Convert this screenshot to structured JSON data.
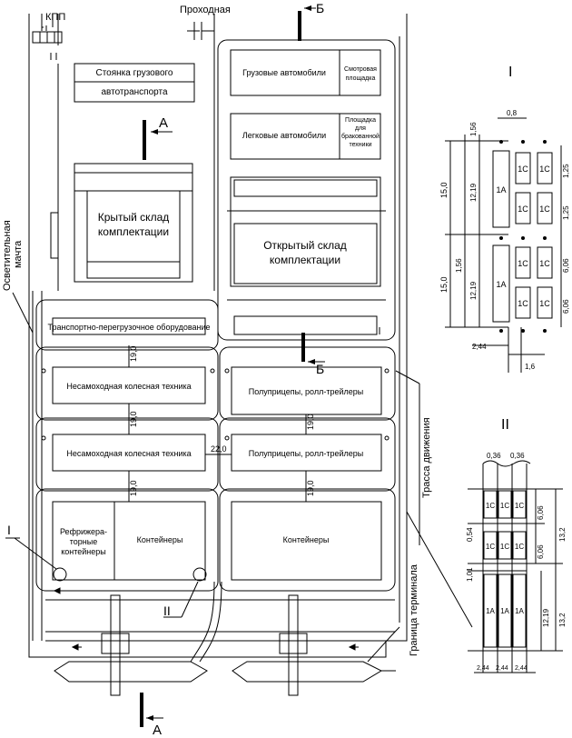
{
  "labels": {
    "kpp": "КПП",
    "passage": "Проходная",
    "lighting_mast_1": "Осветительная",
    "lighting_mast_2": "мачта",
    "truck_parking_1": "Стоянка грузового",
    "truck_parking_2": "автотранспорта",
    "covered_warehouse_1": "Крытый склад",
    "covered_warehouse_2": "комплектации",
    "trucks": "Грузовые автомобили",
    "inspection_1": "Смотровая",
    "inspection_2": "площадка",
    "cars": "Легковые автомобили",
    "rejected_1": "Площадка",
    "rejected_2": "для",
    "rejected_3": "бракованной",
    "rejected_4": "техники",
    "open_warehouse_1": "Открытый склад",
    "open_warehouse_2": "комплектации",
    "handling_equipment": "Транспортно-перегрузочное оборудование",
    "non_self_propelled_1": "Несамоходная колесная техника",
    "non_self_propelled_2": "Несамоходная колесная техника",
    "semitrailers_1": "Полуприцепы, ролл-трейлеры",
    "semitrailers_2": "Полуприцепы, ролл-трейлеры",
    "reefer_1": "Рефрижера-",
    "reefer_2": "торные",
    "reefer_3": "контейнеры",
    "containers_left": "Контейнеры",
    "containers_right": "Контейнеры",
    "traffic_route": "Трасса движения",
    "terminal_border": "Граница терминала",
    "section_a_top": "А",
    "section_a_bottom": "А",
    "section_b_top": "Б",
    "section_b_mid": "Б",
    "callout_i": "I",
    "callout_ii": "II"
  },
  "dims": {
    "d19_1": "19,0",
    "d19_2": "19,0",
    "d19_3": "19,0",
    "d19_4": "19,0",
    "d19_5": "19,0",
    "d22": "22,0"
  },
  "detail_i": {
    "title": "I",
    "d_0_8": "0,8",
    "d_1_56_a": "1,56",
    "d_1_56_b": "1,56",
    "d_15_a": "15,0",
    "d_15_b": "15,0",
    "d_12_19_a": "12,19",
    "d_12_19_b": "12,19",
    "d_1_25_a": "1,25",
    "d_1_25_b": "1,25",
    "d_6_06_a": "6,06",
    "d_6_06_b": "6,06",
    "d_2_44": "2,44",
    "d_1_6": "1,6",
    "c1a_a": "1А",
    "c1a_b": "1А",
    "c1c": "1С"
  },
  "detail_ii": {
    "title": "II",
    "d_0_36_a": "0,36",
    "d_0_36_b": "0,36",
    "d_0_54": "0,54",
    "d_1_01": "1,01",
    "d_6_06_a": "6,06",
    "d_6_06_b": "6,06",
    "d_13_2_a": "13,2",
    "d_13_2_b": "13,2",
    "d_12_19": "12,19",
    "d_2_44_a": "2,44",
    "d_2_44_b": "2,44",
    "d_2_44_c": "2,44",
    "c1c": "1С",
    "c1a": "1А"
  }
}
